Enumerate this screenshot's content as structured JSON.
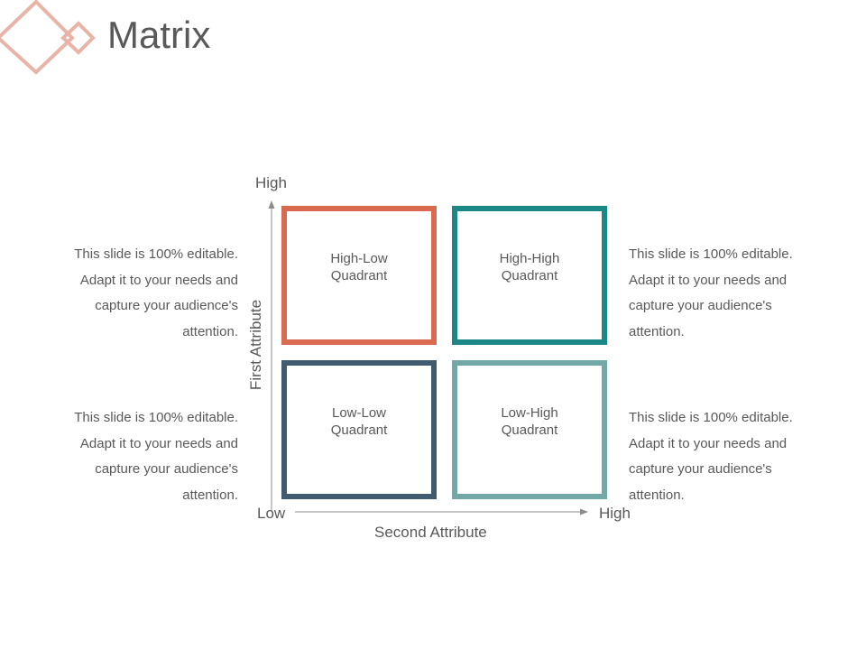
{
  "slide": {
    "title": "Matrix"
  },
  "quadrants": [
    {
      "id": "high-low",
      "label": "High-Low\nQuadrant",
      "color": "#d96a50"
    },
    {
      "id": "high-high",
      "label": "High-High\nQuadrant",
      "color": "#1b8787"
    },
    {
      "id": "low-low",
      "label": "Low-Low\nQuadrant",
      "color": "#405b70"
    },
    {
      "id": "low-high",
      "label": "Low-High\nQuadrant",
      "color": "#72a8a8"
    }
  ],
  "notes": {
    "top_left": "This slide is 100% editable. Adapt it to your needs and capture your audience's attention.",
    "bottom_left": "This slide is 100% editable. Adapt it to your needs and capture your audience's attention.",
    "top_right": "This slide is 100% editable. Adapt it to your needs and capture your audience's attention.",
    "bottom_right": "This slide is 100% editable. Adapt it to your needs and capture your audience's attention."
  },
  "axes": {
    "y_high": "High",
    "y_title": "First Attribute",
    "x_low": "Low",
    "x_high": "High",
    "x_title": "Second Attribute"
  },
  "icons": {
    "logo": "double-diamond-outline-icon",
    "logo_color": "#e8b4a8"
  }
}
